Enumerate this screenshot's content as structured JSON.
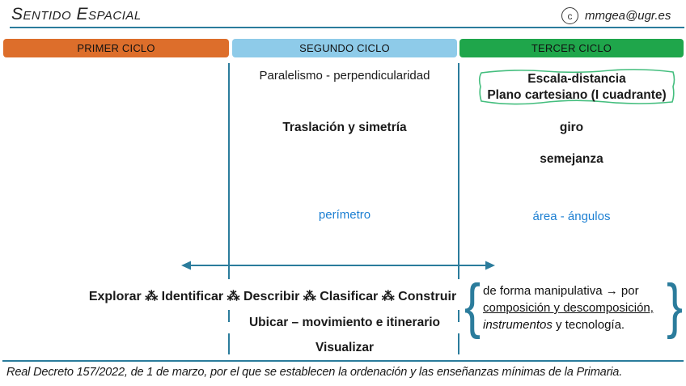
{
  "title": "Sentido Espacial",
  "header": {
    "copyright_symbol": "c",
    "copyright": "mmgea@ugr.es"
  },
  "cycles": [
    {
      "label": "PRIMER CICLO",
      "color": "#dd6e2b"
    },
    {
      "label": "SEGUNDO CICLO",
      "color": "#8ecbe9"
    },
    {
      "label": "TERCER CICLO",
      "color": "#1fa64b"
    }
  ],
  "segundo_ciclo": {
    "concepts": [
      "Paralelismo - perpendicularidad",
      "Traslación y simetría",
      "perímetro"
    ],
    "processes": [
      "Ubicar – movimiento e itinerario",
      "Visualizar"
    ]
  },
  "tercer_ciclo": {
    "highlight_box": [
      "Escala-distancia",
      "Plano cartesiano (I cuadrante)"
    ],
    "concepts": [
      "giro",
      "semejanza",
      "área - ángulos"
    ]
  },
  "processes_line": "Explorar ⁂ Identificar ⁂ Describir ⁂ Clasificar ⁂ Construir",
  "note": {
    "line1": "de forma manipulativa → por",
    "line2": "composición y descomposición,",
    "line3_italic": "instrumentos",
    "line3_rest": " y tecnología."
  },
  "footer": "Real Decreto 157/2022, de 1 de marzo, por el que se establecen la ordenación y las enseñanzas mínimas de la Primaria.",
  "colors": {
    "accent_teal": "#2b7c9c",
    "blue_text": "#1c7fd2",
    "sketch_green": "#44be7e"
  }
}
